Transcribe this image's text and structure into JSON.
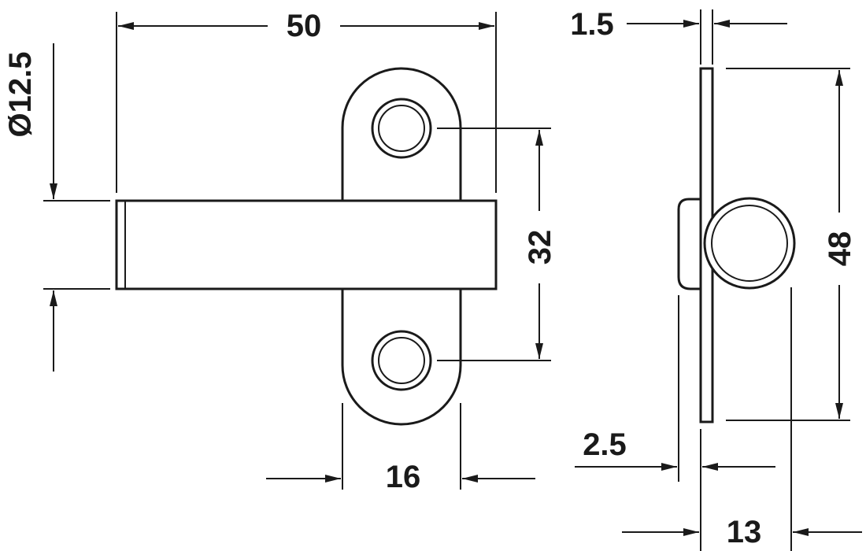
{
  "dimensions": {
    "width_50": "50",
    "diameter_12_5": "Ø12.5",
    "hole_spacing_32": "32",
    "plate_width_16": "16",
    "plate_thickness_1_5": "1.5",
    "height_48": "48",
    "offset_2_5": "2.5",
    "depth_13": "13"
  }
}
